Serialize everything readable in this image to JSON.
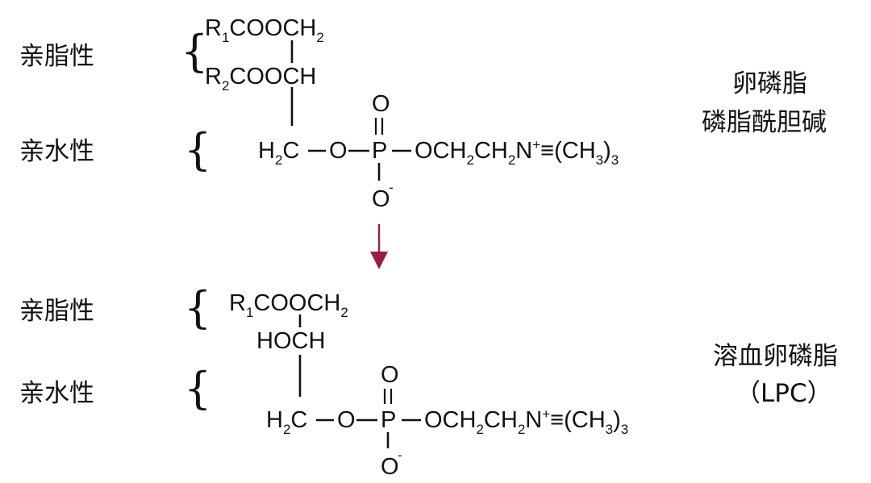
{
  "top": {
    "lipophilic_label": "亲脂性",
    "hydrophilic_label": "亲水性",
    "name_line1": "卵磷脂",
    "name_line2": "磷脂酰胆碱",
    "row1": [
      {
        "t": "R"
      },
      {
        "s": "1"
      },
      {
        "t": "COOCH"
      },
      {
        "s": "2"
      }
    ],
    "row2": [
      {
        "t": "R"
      },
      {
        "s": "2"
      },
      {
        "t": "COOCH"
      }
    ],
    "row3": [
      {
        "t": "H"
      },
      {
        "s": "2"
      },
      {
        "t": "C"
      }
    ],
    "phosphate_o_left": "O",
    "phosphorus": "P",
    "oxygen_top": "O",
    "oxygen_bottom": "O",
    "oxygen_bottom_charge": "-",
    "choline": [
      {
        "t": "OCH"
      },
      {
        "s": "2"
      },
      {
        "t": "CH"
      },
      {
        "s": "2"
      },
      {
        "t": "N"
      },
      {
        "u": "+"
      },
      {
        "t": "≡(CH"
      },
      {
        "s": "3"
      },
      {
        "t": ")"
      },
      {
        "s": "3"
      }
    ]
  },
  "bottom": {
    "lipophilic_label": "亲脂性",
    "hydrophilic_label": "亲水性",
    "name_line1": "溶血卵磷脂",
    "name_line2": "（LPC）",
    "row1": [
      {
        "t": "R"
      },
      {
        "s": "1"
      },
      {
        "t": "COOCH"
      },
      {
        "s": "2"
      }
    ],
    "row2": [
      {
        "t": "HOCH"
      }
    ],
    "row3": [
      {
        "t": "H"
      },
      {
        "s": "2"
      },
      {
        "t": "C"
      }
    ],
    "phosphate_o_left": "O",
    "phosphorus": "P",
    "oxygen_top": "O",
    "oxygen_bottom": "O",
    "oxygen_bottom_charge": "-",
    "choline": [
      {
        "t": "OCH"
      },
      {
        "s": "2"
      },
      {
        "t": "CH"
      },
      {
        "s": "2"
      },
      {
        "t": "N"
      },
      {
        "u": "+"
      },
      {
        "t": "≡(CH"
      },
      {
        "s": "3"
      },
      {
        "t": ")"
      },
      {
        "s": "3"
      }
    ]
  },
  "brace_char": "{",
  "arrow_color": "#9b1c47"
}
